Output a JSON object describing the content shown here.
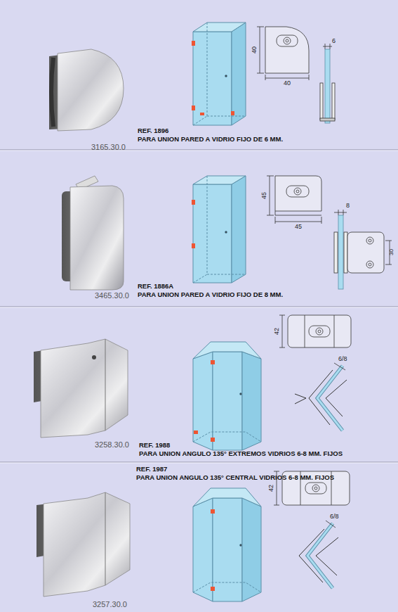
{
  "diagram": {
    "labels": [
      "40",
      "40",
      "6",
      "3165.30.0",
      "REF. 1896",
      "PARA UNION PARED A VIDRIO FIJO DE 6 MM.",
      "45",
      "45",
      "8",
      "30",
      "3465.30.0",
      "REF. 1886A",
      "PARA UNION PARED A VIDRIO FIJO DE 8 MM.",
      "42",
      "6/8",
      "3258.30.0",
      "REF. 1988",
      "PARA UNION ANGULO 135° EXTREMOS VIDRIOS 6-8 MM. FIJOS",
      "REF. 1987",
      "PARA UNION ANGULO 135° CENTRAL VIDRIOS 6-8 MM. FIJOS",
      "42",
      "6/8",
      "3257.30.0"
    ]
  }
}
